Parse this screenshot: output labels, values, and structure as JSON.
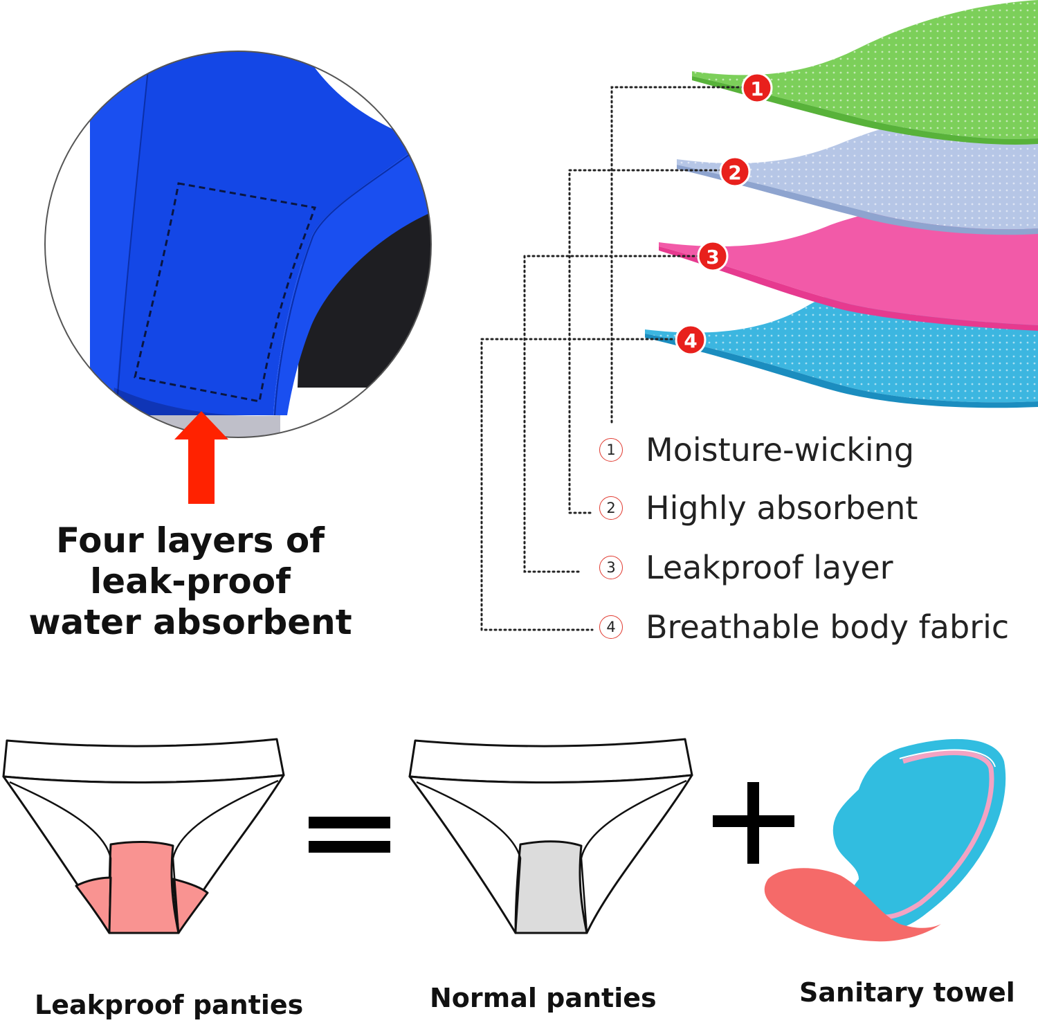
{
  "headline": {
    "line1": "Four layers of",
    "line2": "leak-proof",
    "line3": "water absorbent"
  },
  "layers": [
    {
      "marker": "1",
      "label": "Moisture-wicking",
      "color": "#7ccf5a"
    },
    {
      "marker": "2",
      "label": "Highly absorbent",
      "color": "#b6c6e6"
    },
    {
      "marker": "3",
      "label": "Leakproof layer",
      "color": "#f25aa8"
    },
    {
      "marker": "4",
      "label": "Breathable body fabric",
      "color": "#3cb6e0"
    }
  ],
  "comparison": {
    "leakproof_caption": "Leakproof panties",
    "normal_caption": "Normal panties",
    "towel_caption": "Sanitary towel",
    "equals_symbol": "=",
    "plus_symbol": "+"
  },
  "colors": {
    "marker_red": "#e8201c",
    "arrow_red": "#ff2200",
    "panty_blue": "#1447e6",
    "leakproof_gusset": "#f99391",
    "normal_gusset": "#dcdcdc",
    "towel_blue": "#31bde0",
    "towel_pink": "#f56a69"
  }
}
